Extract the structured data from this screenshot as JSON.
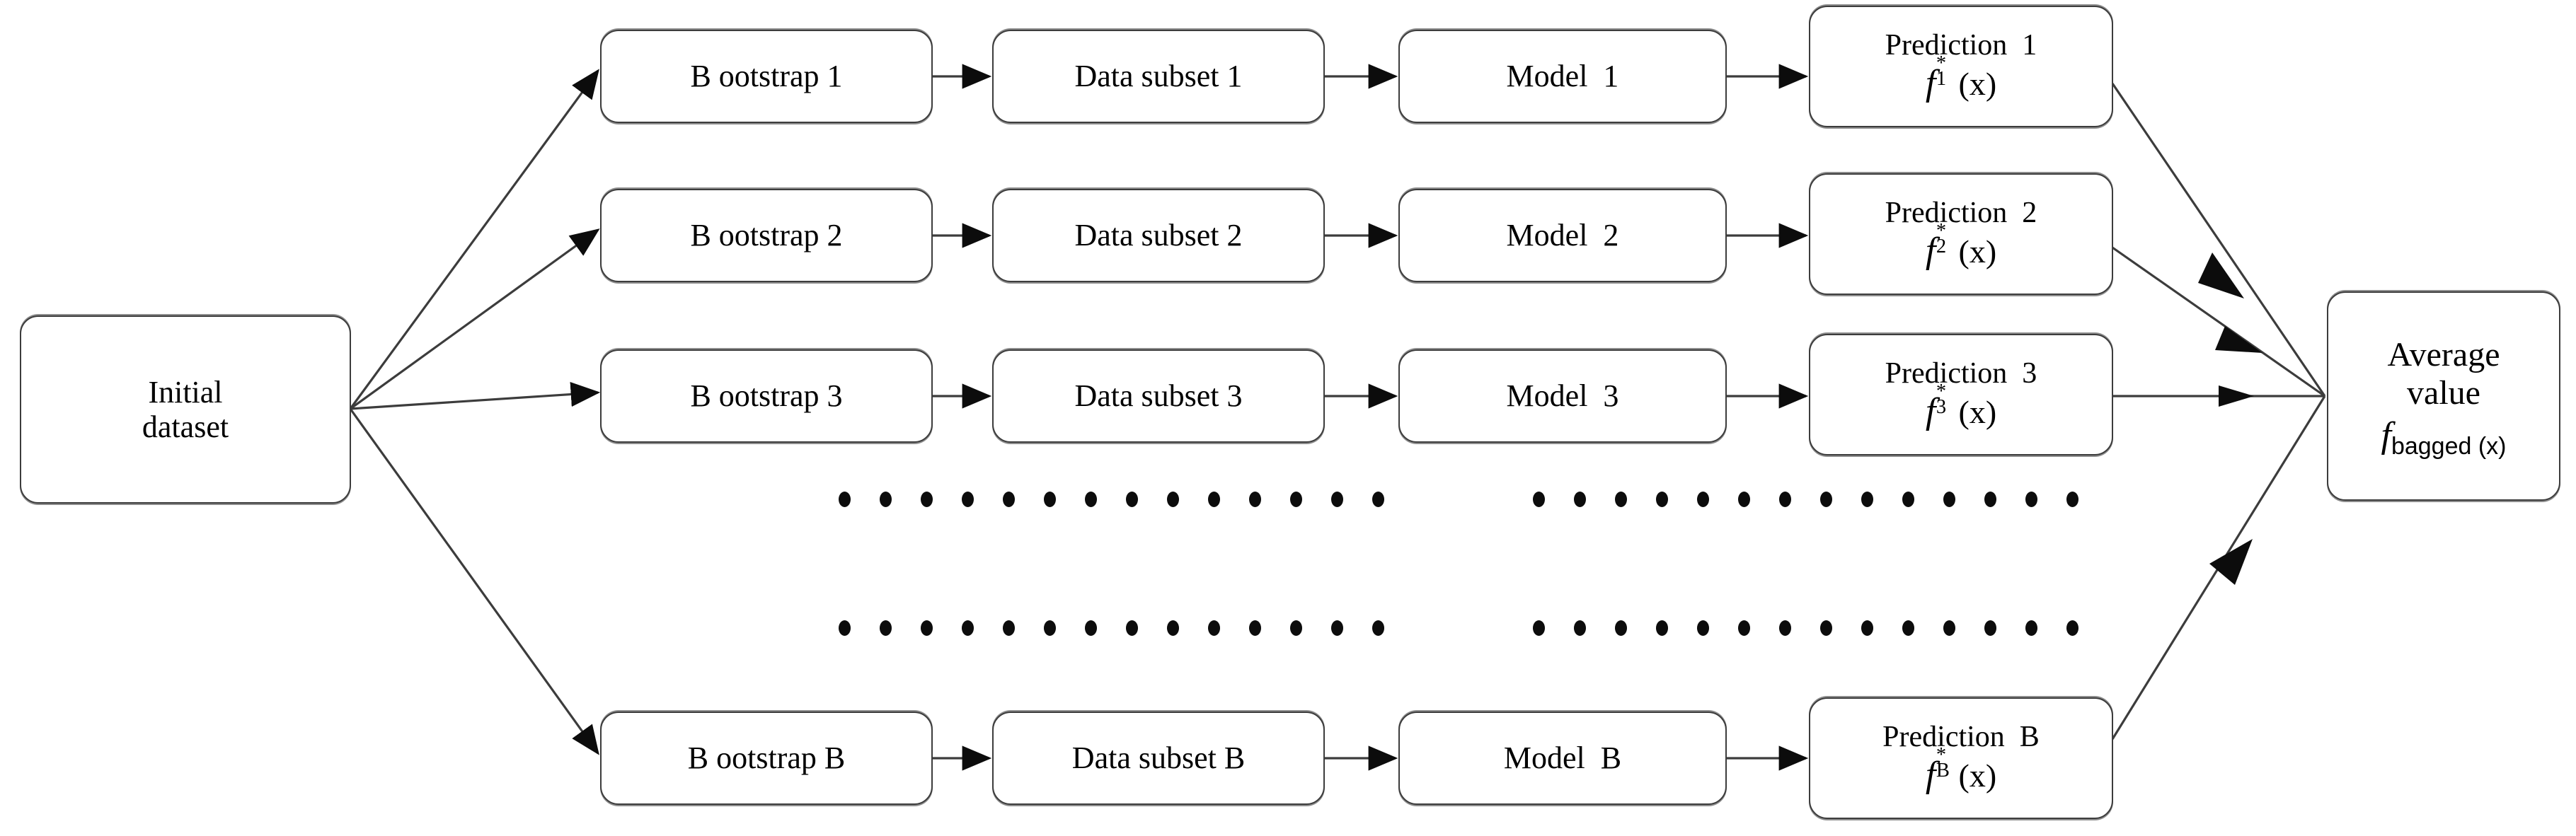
{
  "diagram": {
    "title": "Bagging (bootstrap aggregating) ensemble workflow",
    "background_color": "#ffffff",
    "line_color": "#3c3c3c",
    "text_color": "#000000"
  },
  "source": {
    "label_line1": "Initial",
    "label_line2": "dataset"
  },
  "columns": {
    "bootstrap": "Bootstrap",
    "data_subset": "Data subset",
    "model": "Model",
    "prediction": "Prediction"
  },
  "rows": [
    {
      "id": "1",
      "bootstrap": "B ootstrap 1",
      "data_subset": "Data subset 1",
      "model": "Model  1",
      "prediction_label": "Prediction  1",
      "f_symbol": "f",
      "f_superscript": "*",
      "f_subscript": "1",
      "f_argument": "(x)"
    },
    {
      "id": "2",
      "bootstrap": "B ootstrap 2",
      "data_subset": "Data subset 2",
      "model": "Model  2",
      "prediction_label": "Prediction  2",
      "f_symbol": "f",
      "f_superscript": "*",
      "f_subscript": "2",
      "f_argument": "(x)"
    },
    {
      "id": "3",
      "bootstrap": "B ootstrap 3",
      "data_subset": "Data subset 3",
      "model": "Model  3",
      "prediction_label": "Prediction  3",
      "f_symbol": "f",
      "f_superscript": "*",
      "f_subscript": "3",
      "f_argument": "(x)"
    },
    {
      "id": "B",
      "bootstrap": "B ootstrap B",
      "data_subset": "Data subset B",
      "model": "Model  B",
      "prediction_label": "Prediction  B",
      "f_symbol": "f",
      "f_superscript": "*",
      "f_subscript": "B",
      "f_argument": "(x)"
    }
  ],
  "ellipsis": {
    "rows": 2,
    "groups_per_row": 2,
    "dots_per_group": 14,
    "glyph": "•"
  },
  "aggregate": {
    "line1": "Average",
    "line2": "value",
    "f_symbol": "f",
    "f_subscript": "bagged (x)"
  }
}
